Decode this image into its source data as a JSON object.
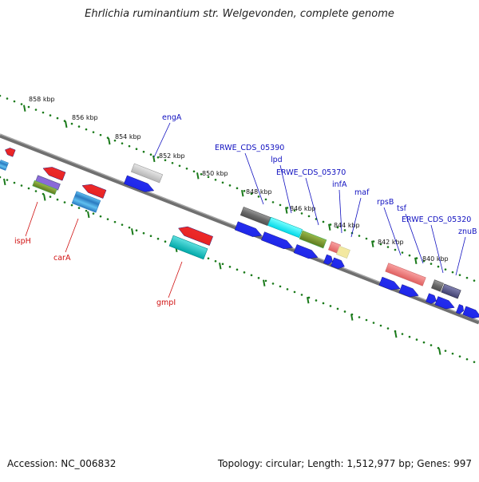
{
  "title": "Ehrlichia ruminantium str. Welgevonden, complete genome",
  "footer": {
    "accession": "Accession: NC_006832",
    "topology": "Topology: circular; Length: 1,512,977 bp; Genes: 997"
  },
  "colors": {
    "backbone": "#808080",
    "tick": "#1a7a1a",
    "gene_label_forward": "#1010c0",
    "gene_label_reverse": "#d01010",
    "cds_arrow": "#0a14f0"
  },
  "ticks": [
    {
      "label": "858 kbp"
    },
    {
      "label": "856 kbp"
    },
    {
      "label": "854 kbp"
    },
    {
      "label": "852 kbp"
    },
    {
      "label": "850 kbp"
    },
    {
      "label": "848 kbp"
    },
    {
      "label": "846 kbp"
    },
    {
      "label": "844 kbp"
    },
    {
      "label": "842 kbp"
    },
    {
      "label": "840 kbp"
    }
  ],
  "forward_genes": [
    {
      "name": "engA"
    },
    {
      "name": "ERWE_CDS_05390"
    },
    {
      "name": "lpd"
    },
    {
      "name": "ERWE_CDS_05370"
    },
    {
      "name": "infA"
    },
    {
      "name": "maf"
    },
    {
      "name": "rpsB"
    },
    {
      "name": "tsf"
    },
    {
      "name": "ERWE_CDS_05320"
    },
    {
      "name": "znuB"
    }
  ],
  "reverse_genes": [
    {
      "name": "ispH"
    },
    {
      "name": "carA"
    },
    {
      "name": "gmpI"
    }
  ]
}
